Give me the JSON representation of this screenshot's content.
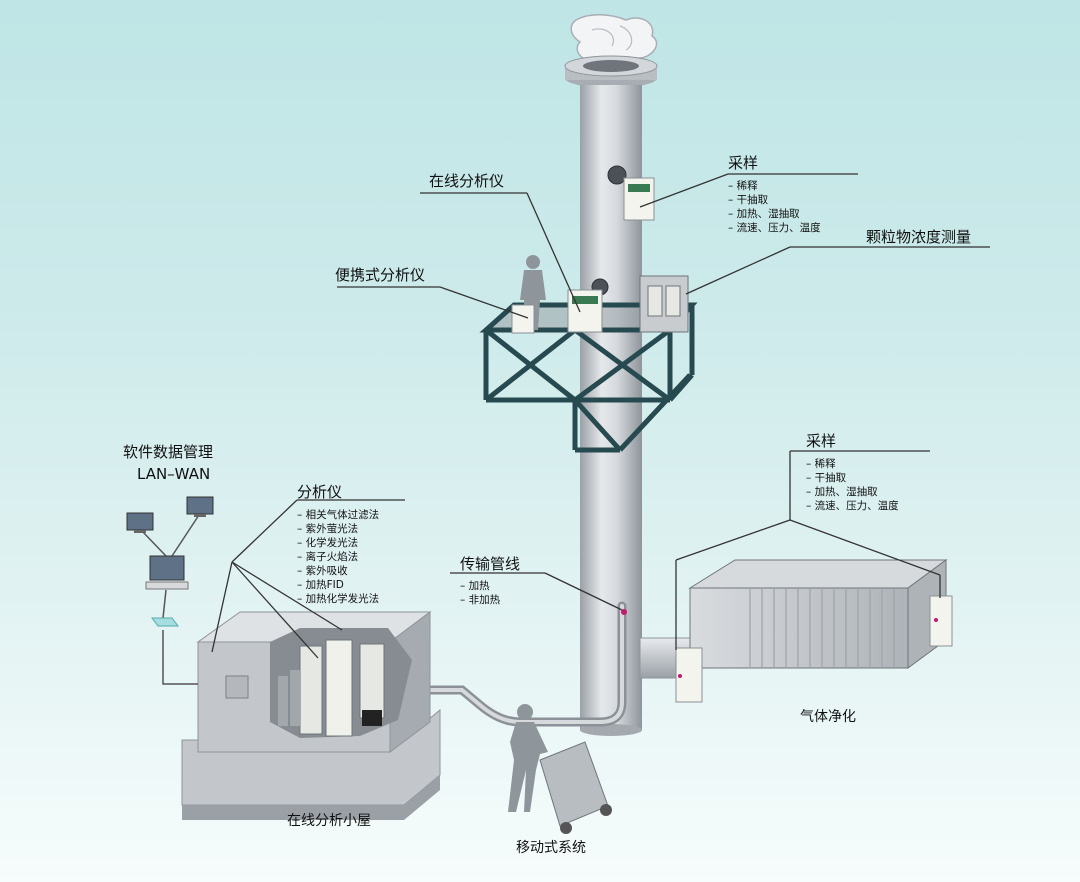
{
  "labels": {
    "sampling_top": "采样",
    "online_analyzer": "在线分析仪",
    "portable_analyzer": "便携式分析仪",
    "particulate_measurement": "颗粒物浓度测量",
    "software_line1": "软件数据管理",
    "software_line2": "LAN–WAN",
    "analyzer": "分析仪",
    "transfer_line": "传输管线",
    "sampling_right": "采样",
    "gas_purification": "气体净化",
    "shelter": "在线分析小屋",
    "mobile_system": "移动式系统"
  },
  "lists": {
    "sampling_top": [
      "稀释",
      "干抽取",
      "加热、湿抽取",
      "流速、压力、温度"
    ],
    "sampling_right": [
      "稀释",
      "干抽取",
      "加热、湿抽取",
      "流速、压力、温度"
    ],
    "analyzer": [
      "相关气体过滤法",
      "紫外萤光法",
      "化学发光法",
      "离子火焰法",
      "紫外吸收",
      "加热FID",
      "加热化学发光法"
    ],
    "transfer_line": [
      "加热",
      "非加热"
    ]
  },
  "colors": {
    "background_top": "#bfe5e6",
    "background_bottom": "#f7fcfc",
    "stack": "#c4c9ce",
    "frame": "#264a4f",
    "leader": "#333333"
  }
}
